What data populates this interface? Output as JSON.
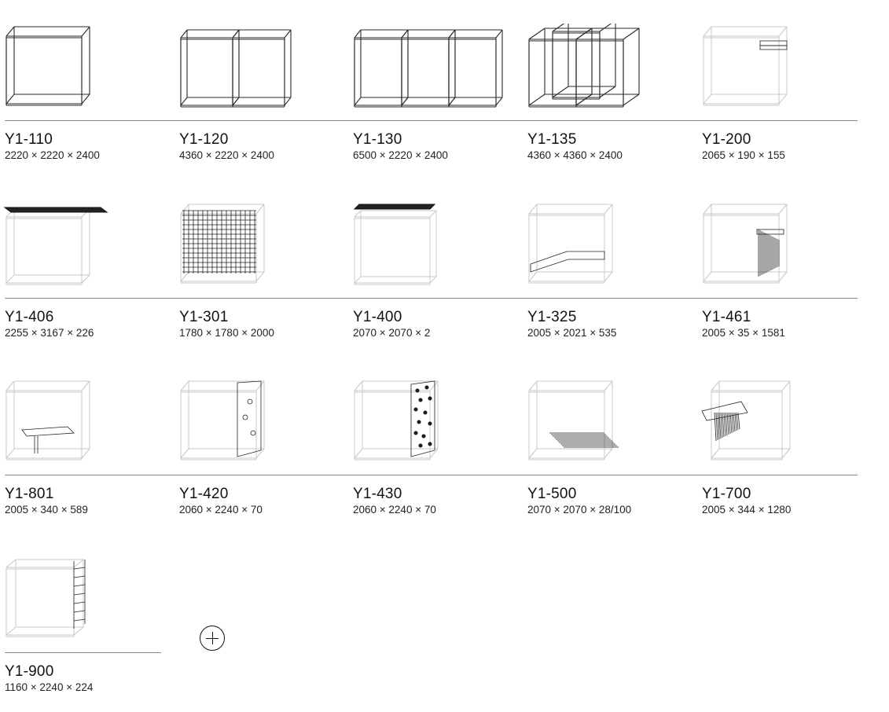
{
  "products": [
    {
      "code": "Y1-110",
      "dims": "2220 × 2220 × 2400",
      "icon": "single-frame-icon"
    },
    {
      "code": "Y1-120",
      "dims": "4360 × 2220 × 2400",
      "icon": "double-frame-icon"
    },
    {
      "code": "Y1-130",
      "dims": "6500 × 2220 × 2400",
      "icon": "triple-frame-icon"
    },
    {
      "code": "Y1-135",
      "dims": "4360 × 4360 × 2400",
      "icon": "quad-frame-icon"
    },
    {
      "code": "Y1-200",
      "dims": "2065 × 190 × 155",
      "icon": "shelf-bracket-icon"
    },
    {
      "code": "Y1-406",
      "dims": "2255 × 3167 × 226",
      "icon": "roof-panel-icon"
    },
    {
      "code": "Y1-301",
      "dims": "1780 × 1780 × 2000",
      "icon": "net-enclosure-icon"
    },
    {
      "code": "Y1-400",
      "dims": "2070 × 2070 × 2",
      "icon": "roof-cover-icon"
    },
    {
      "code": "Y1-325",
      "dims": "2005 × 2021 × 535",
      "icon": "corner-bench-icon"
    },
    {
      "code": "Y1-461",
      "dims": "2005 × 35 × 1581",
      "icon": "slat-wall-icon"
    },
    {
      "code": "Y1-801",
      "dims": "2005 × 340 × 589",
      "icon": "table-bench-icon"
    },
    {
      "code": "Y1-420",
      "dims": "2060 × 2240 × 70",
      "icon": "climbing-wall-icon"
    },
    {
      "code": "Y1-430",
      "dims": "2060 × 2240 × 70",
      "icon": "climbing-holds-wall-icon"
    },
    {
      "code": "Y1-500",
      "dims": "2070 × 2070 × 28/100",
      "icon": "floor-deck-icon"
    },
    {
      "code": "Y1-700",
      "dims": "2005 × 344 × 1280",
      "icon": "swing-net-icon"
    },
    {
      "code": "Y1-900",
      "dims": "1160 × 2240 × 224",
      "icon": "ladder-icon"
    }
  ],
  "add_button": {
    "icon": "plus-circle-icon"
  }
}
